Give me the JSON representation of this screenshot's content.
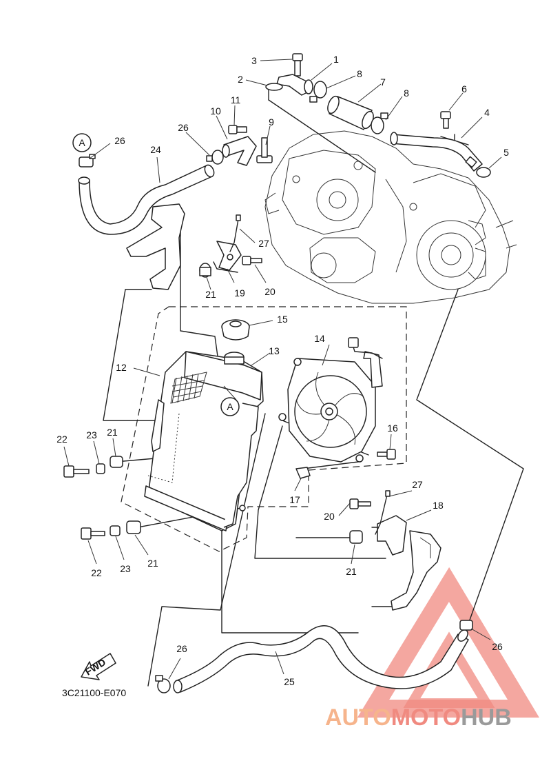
{
  "diagram_code": "3C21100-E070",
  "fwd_label": "FWD",
  "ref_marker": "A",
  "watermark": {
    "auto": "AUTO",
    "moto": "MOTO",
    "hub": "HUB"
  },
  "colors": {
    "watermark_orange": "#f6b48c",
    "watermark_red": "#f08a80",
    "watermark_gray": "#9a9a9a",
    "line": "#222222"
  },
  "callouts": {
    "c1": "1",
    "c2": "2",
    "c3": "3",
    "c4": "4",
    "c5": "5",
    "c6": "6",
    "c7": "7",
    "c8a": "8",
    "c8b": "8",
    "c9": "9",
    "c10": "10",
    "c11": "11",
    "c12": "12",
    "c13": "13",
    "c14": "14",
    "c15": "15",
    "c16": "16",
    "c17": "17",
    "c18": "18",
    "c19": "19",
    "c20a": "20",
    "c20b": "20",
    "c21a": "21",
    "c21b": "21",
    "c21c": "21",
    "c21d": "21",
    "c22a": "22",
    "c22b": "22",
    "c23a": "23",
    "c23b": "23",
    "c24": "24",
    "c25": "25",
    "c26a": "26",
    "c26b": "26",
    "c26c": "26",
    "c26d": "26",
    "c27a": "27",
    "c27b": "27"
  }
}
